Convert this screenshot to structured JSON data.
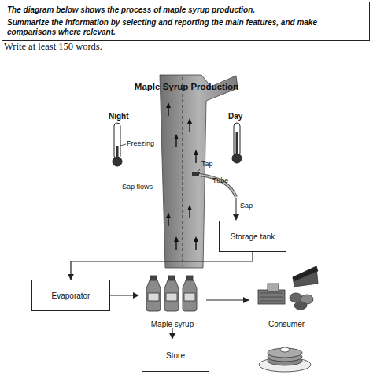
{
  "diagram": {
    "title": "Maple Syrup Production",
    "nodes": [
      {
        "text": [
          "The diagram below shows the process of maple syrup production.",
          "Summarize the information by selecting and reporting the main features, and make comparisons where relevant."
        ]
      },
      {
        "text": [
          "Storage tank"
        ]
      },
      {
        "text": [
          "Evaporator"
        ]
      },
      {
        "text": [
          "Maple syrup"
        ]
      },
      {
        "text": [
          "Consumer"
        ]
      },
      {
        "text": [
          "Store"
        ]
      }
    ],
    "edges": [
      {
        "from": 1,
        "to": 2,
        "arrow": "to"
      },
      {
        "from": 2,
        "to": 3,
        "arrow": "to"
      },
      {
        "from": 3,
        "to": 4,
        "arrow": "to"
      },
      {
        "from": 3,
        "to": 5,
        "arrow": "to"
      }
    ],
    "labels": [
      "Write at least 150 words.",
      "Night",
      "Day",
      "Freezing",
      "Sap flows",
      "Tap",
      "Tube",
      "Sap"
    ]
  }
}
